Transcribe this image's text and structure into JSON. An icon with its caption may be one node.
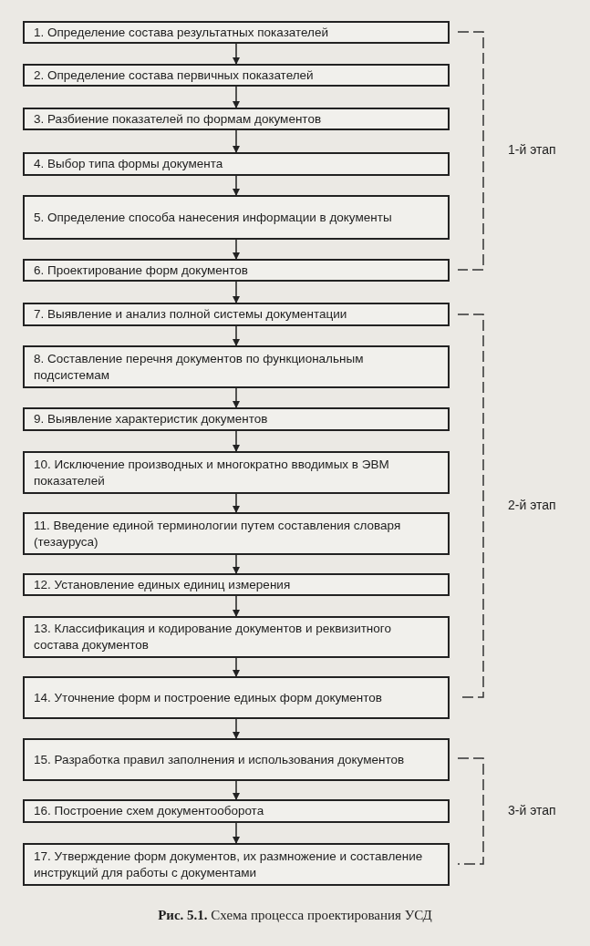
{
  "diagram": {
    "caption": "**Рис. 5.1.** Схема процесса проектирования УСД",
    "nodes": [
      {
        "text": [
          "1. Определение состава результатных показателей"
        ]
      },
      {
        "text": [
          "2. Определение состава первичных показателей"
        ]
      },
      {
        "text": [
          "3. Разбиение показателей по формам документов"
        ]
      },
      {
        "text": [
          "4. Выбор типа формы документа"
        ]
      },
      {
        "text": [
          "5. Определение способа нанесения информации в документы"
        ]
      },
      {
        "text": [
          "6. Проектирование форм документов"
        ]
      },
      {
        "text": [
          "7. Выявление и анализ полной системы документации"
        ]
      },
      {
        "text": [
          "8. Составление перечня документов по функциональным подсистемам"
        ]
      },
      {
        "text": [
          "9. Выявление характеристик документов"
        ]
      },
      {
        "text": [
          "10. Исключение производных и многократно вводимых в ЭВМ показателей"
        ]
      },
      {
        "text": [
          "11. Введение единой терминологии путем составления словаря (тезауруса)"
        ]
      },
      {
        "text": [
          "12. Установление единых единиц измерения"
        ]
      },
      {
        "text": [
          "13. Классификация и кодирование документов и реквизитного состава документов"
        ]
      },
      {
        "text": [
          "14. Уточнение форм  и построение единых форм документов"
        ]
      },
      {
        "text": [
          "15. Разработка правил заполнения  и использования документов"
        ]
      },
      {
        "text": [
          "16. Построение схем документооборота"
        ]
      },
      {
        "text": [
          "17. Утверждение форм документов, их размножение и составление инструкций для работы с документами"
        ]
      }
    ],
    "edges": [
      {
        "from": 0,
        "to": 1,
        "arrow": "to"
      },
      {
        "from": 1,
        "to": 2,
        "arrow": "to"
      },
      {
        "from": 2,
        "to": 3,
        "arrow": "to"
      },
      {
        "from": 3,
        "to": 4,
        "arrow": "to"
      },
      {
        "from": 4,
        "to": 5,
        "arrow": "to"
      },
      {
        "from": 5,
        "to": 6,
        "arrow": "to"
      },
      {
        "from": 6,
        "to": 7,
        "arrow": "to"
      },
      {
        "from": 7,
        "to": 8,
        "arrow": "to"
      },
      {
        "from": 8,
        "to": 9,
        "arrow": "to"
      },
      {
        "from": 9,
        "to": 10,
        "arrow": "to"
      },
      {
        "from": 10,
        "to": 11,
        "arrow": "to"
      },
      {
        "from": 11,
        "to": 12,
        "arrow": "to"
      },
      {
        "from": 12,
        "to": 13,
        "arrow": "to"
      },
      {
        "from": 13,
        "to": 14,
        "arrow": "to"
      },
      {
        "from": 14,
        "to": 15,
        "arrow": "to"
      },
      {
        "from": 15,
        "to": 16,
        "arrow": "to"
      }
    ],
    "labels": [
      "1-й этап",
      "2-й этап",
      "3-й этап"
    ]
  }
}
